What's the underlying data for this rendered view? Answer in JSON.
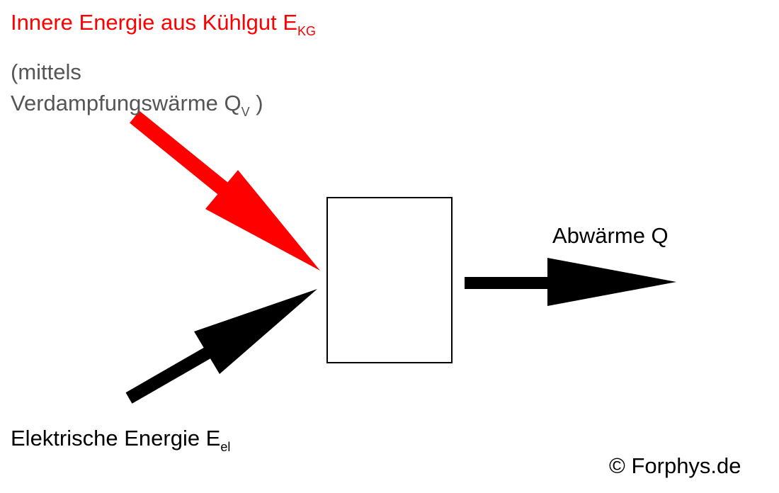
{
  "colors": {
    "red": "#ff0000",
    "grey": "#555555",
    "black": "#000000"
  },
  "labels": {
    "internal_energy": "Innere Energie aus Kühlgut E",
    "internal_energy_sub": "KG",
    "via_line1": "(mittels",
    "via_line2": "Verdampfungswärme Q",
    "via_sub": "V",
    "via_close": " )",
    "waste_heat": "Abwärme Q",
    "electric_energy": "Elektrische Energie E",
    "electric_sub": "el",
    "copyright": "© Forphys.de"
  }
}
